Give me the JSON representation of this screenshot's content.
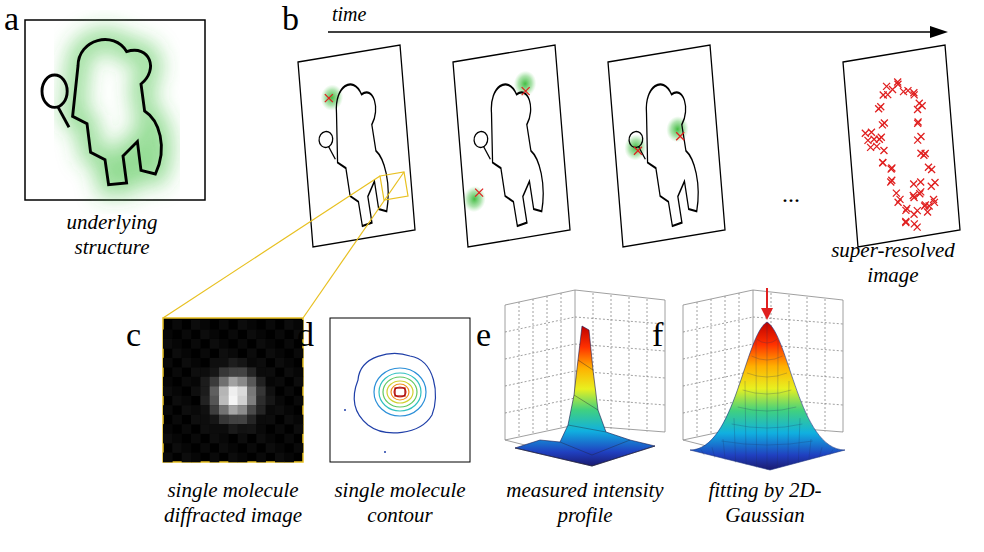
{
  "diagram": {
    "labels": [
      "a",
      "b",
      "time",
      "underlying structure",
      "...",
      "super-resolved image",
      "c",
      "d",
      "e",
      "f",
      "single molecule diffracted image",
      "single molecule contour",
      "measured intensity profile",
      "fitting by 2D-Gaussian"
    ]
  }
}
